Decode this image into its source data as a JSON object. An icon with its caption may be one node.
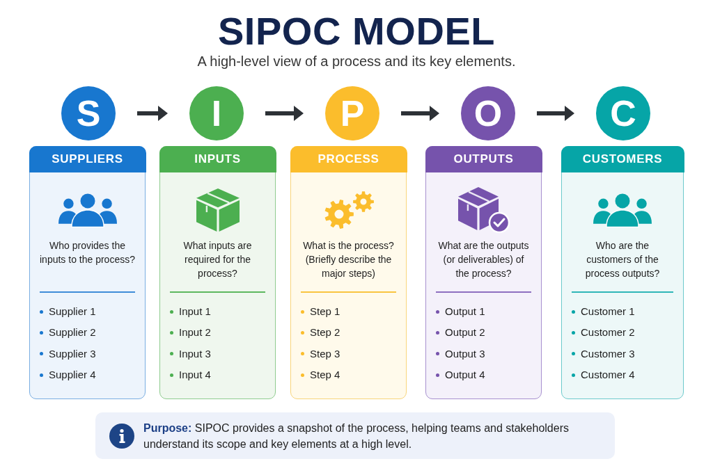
{
  "diagram": {
    "title": "SIPOC MODEL",
    "nodes": [
      {
        "text": [
          "S"
        ]
      },
      {
        "text": [
          "I"
        ]
      },
      {
        "text": [
          "P"
        ]
      },
      {
        "text": [
          "O"
        ]
      },
      {
        "text": [
          "C"
        ]
      },
      {
        "text": [
          "SUPPLIERS",
          "Who provides the inputs to the process?",
          "Supplier 1",
          "Supplier 2",
          "Supplier 3",
          "Supplier 4"
        ]
      },
      {
        "text": [
          "INPUTS",
          "What inputs are required for the process?",
          "Input 1",
          "Input 2",
          "Input 3",
          "Input 4"
        ]
      },
      {
        "text": [
          "PROCESS",
          "What is the process? (Briefly describe the major steps)",
          "Step 1",
          "Step 2",
          "Step 3",
          "Step 4"
        ]
      },
      {
        "text": [
          "OUTPUTS",
          "What are the outputs (or deliverables) of the process?",
          "Output 1",
          "Output 2",
          "Output 3",
          "Output 4"
        ]
      },
      {
        "text": [
          "CUSTOMERS",
          "Who are the customers of the process outputs?",
          "Customer 1",
          "Customer 2",
          "Customer 3",
          "Customer 4"
        ]
      },
      {
        "text": [
          "**Purpose:** SIPOC provides a snapshot of the process, helping teams and stakeholders understand its scope and key elements at a high level."
        ]
      }
    ],
    "edges": [
      {
        "from": 0,
        "to": 1,
        "arrow": "to"
      },
      {
        "from": 1,
        "to": 2,
        "arrow": "to"
      },
      {
        "from": 2,
        "to": 3,
        "arrow": "to"
      },
      {
        "from": 3,
        "to": 4,
        "arrow": "to"
      }
    ],
    "labels": [
      "A high-level view of a process and its key elements."
    ]
  }
}
